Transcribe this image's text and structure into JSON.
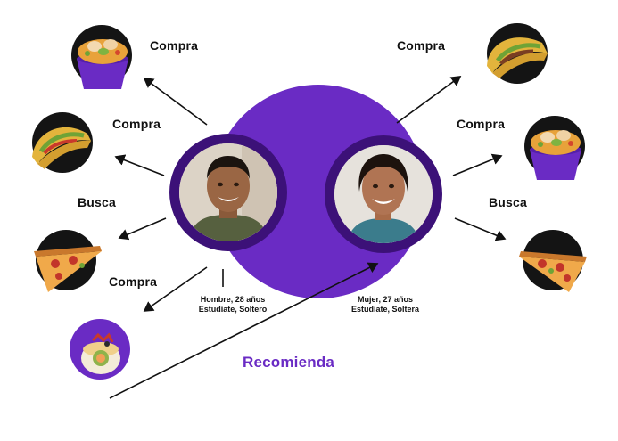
{
  "diagram": {
    "people": [
      {
        "caption_line1": "Hombre, 28 años",
        "caption_line2": "Estudiate, Soltero"
      },
      {
        "caption_line1": "Mujer, 27 años",
        "caption_line2": "Estudiate, Soltera"
      }
    ],
    "left_labels": [
      "Compra",
      "Compra",
      "Busca",
      "Compra"
    ],
    "right_labels": [
      "Compra",
      "Compra",
      "Busca"
    ],
    "recommend_label": "Recomienda",
    "colors": {
      "accent": "#6a2bc4",
      "ring": "#3c1178",
      "food_bg": "#141414"
    },
    "icons": [
      "salad-bowl-icon",
      "taco-icon",
      "pizza-slice-icon",
      "sushi-roll-icon"
    ]
  }
}
